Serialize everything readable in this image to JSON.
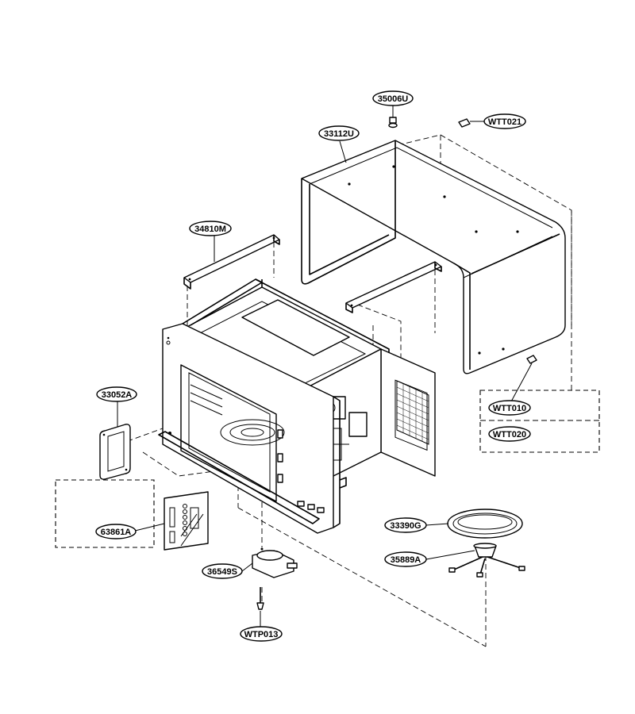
{
  "parts": [
    {
      "id": "p-35006U",
      "label": "35006U"
    },
    {
      "id": "p-WTT021",
      "label": "WTT021"
    },
    {
      "id": "p-33112U",
      "label": "33112U"
    },
    {
      "id": "p-34810M",
      "label": "34810M"
    },
    {
      "id": "p-33052A",
      "label": "33052A"
    },
    {
      "id": "p-WTT010",
      "label": "WTT010"
    },
    {
      "id": "p-WTT020",
      "label": "WTT020"
    },
    {
      "id": "p-63861A",
      "label": "63861A"
    },
    {
      "id": "p-33390G",
      "label": "33390G"
    },
    {
      "id": "p-35889A",
      "label": "35889A"
    },
    {
      "id": "p-36549S",
      "label": "36549S"
    },
    {
      "id": "p-WTP013",
      "label": "WTP013"
    }
  ]
}
